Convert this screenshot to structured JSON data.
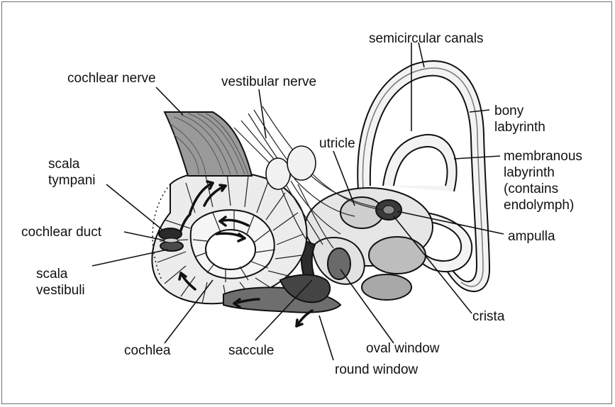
{
  "labels": {
    "semicircular_canals": "semicircular canals",
    "cochlear_nerve": "cochlear nerve",
    "vestibular_nerve": "vestibular nerve",
    "bony_labyrinth_1": "bony",
    "bony_labyrinth_2": "labyrinth",
    "utricle": "utricle",
    "membranous_1": "membranous",
    "membranous_2": "labyrinth",
    "membranous_3": "(contains",
    "membranous_4": "endolymph)",
    "scala_tympani_1": "scala",
    "scala_tympani_2": "tympani",
    "ampulla": "ampulla",
    "cochlear_duct": "cochlear duct",
    "scala_vestibuli_1": "scala",
    "scala_vestibuli_2": "vestibuli",
    "crista": "crista",
    "cochlea": "cochlea",
    "saccule": "saccule",
    "oval_window": "oval window",
    "round_window": "round window"
  },
  "colors": {
    "outline": "#111111",
    "light_fill": "#ececec",
    "mid_fill": "#bdbdbd",
    "dark_fill": "#6a6a6a",
    "darkest_fill": "#3a3a3a"
  }
}
